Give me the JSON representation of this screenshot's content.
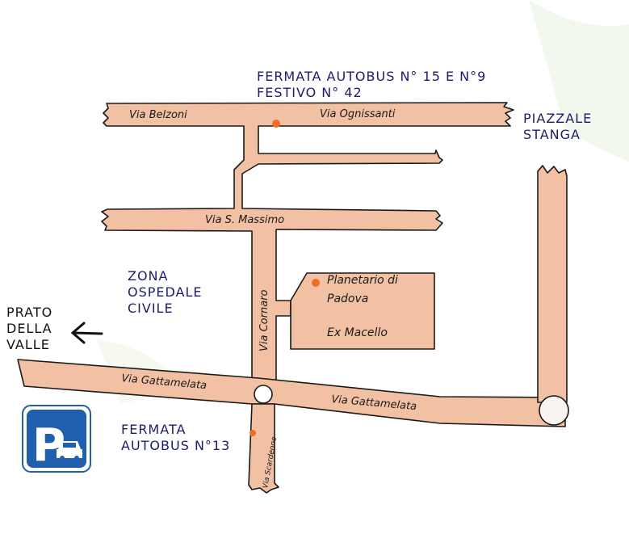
{
  "streets": {
    "belzoni": "Via Belzoni",
    "ognissanti": "Via Ognissanti",
    "s_massimo": "Via S. Massimo",
    "cornaro": "Via Cornaro",
    "gattamelata_left": "Via Gattamelata",
    "gattamelata_right": "Via Gattamelata",
    "scardeone": "Via Scardeone"
  },
  "bus_stop_top": {
    "line1": "FERMATA AUTOBUS N° 15 E N°9",
    "line2": "FESTIVO N° 42"
  },
  "bus_stop_bottom": {
    "line1": "FERMATA",
    "line2": "AUTOBUS N°13"
  },
  "piazzale": {
    "line1": "PIAZZALE",
    "line2": "STANGA"
  },
  "zona": {
    "line1": "ZONA",
    "line2": "OSPEDALE",
    "line3": "CIVILE"
  },
  "prato": {
    "line1": "PRATO",
    "line2": "DELLA",
    "line3": "VALLE"
  },
  "building": {
    "planetario_line1": "Planetario di",
    "planetario_line2": "Padova",
    "ex_macello": "Ex Macello"
  },
  "parking_sign": "P",
  "colors": {
    "road": "#f2c0a2",
    "stop_marker": "#f26b2a",
    "parking_blue": "#1f5fae",
    "label_blue": "#1c1c6e"
  },
  "icons": [
    "arrow-left-icon",
    "parking-icon",
    "car-icon",
    "bus-stop-marker",
    "roundabout-icon"
  ]
}
